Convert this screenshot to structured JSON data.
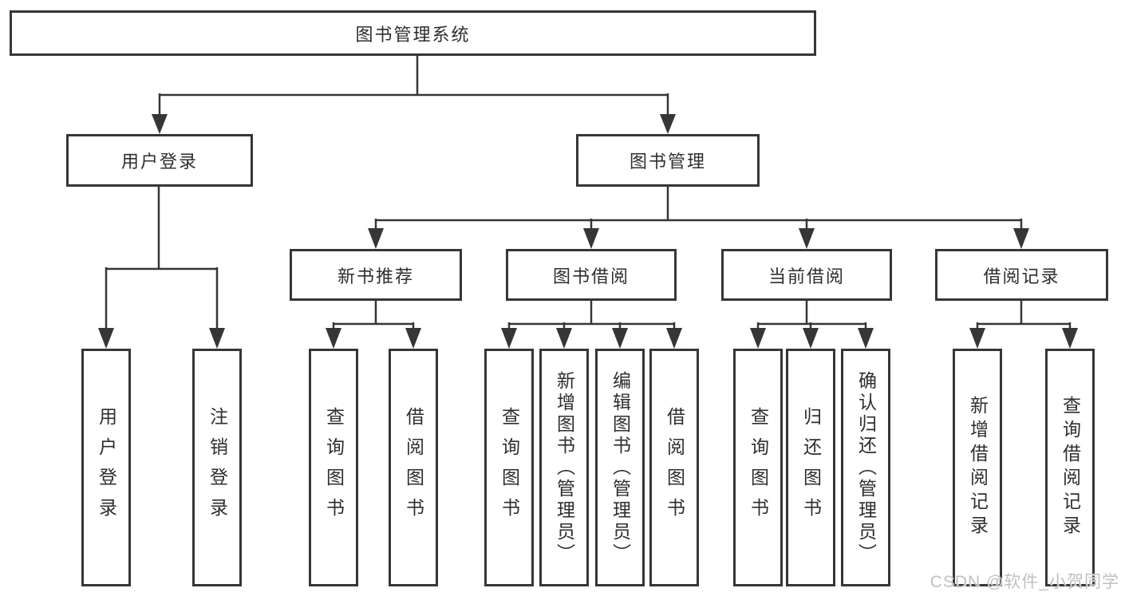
{
  "tree": {
    "root": {
      "label": "图书管理系统"
    },
    "level2": [
      {
        "label": "用户登录"
      },
      {
        "label": "图书管理"
      }
    ],
    "level3": [
      {
        "label": "新书推荐",
        "parent": "图书管理"
      },
      {
        "label": "图书借阅",
        "parent": "图书管理"
      },
      {
        "label": "当前借阅",
        "parent": "图书管理"
      },
      {
        "label": "借阅记录",
        "parent": "图书管理"
      }
    ],
    "leaves": [
      {
        "label": "用户登录",
        "parent": "用户登录"
      },
      {
        "label": "注销登录",
        "parent": "用户登录"
      },
      {
        "label": "查询图书",
        "parent": "新书推荐"
      },
      {
        "label": "借阅图书",
        "parent": "新书推荐"
      },
      {
        "label": "查询图书",
        "parent": "图书借阅"
      },
      {
        "label": "新增图书（管理员）",
        "parent": "图书借阅"
      },
      {
        "label": "编辑图书（管理员）",
        "parent": "图书借阅"
      },
      {
        "label": "借阅图书",
        "parent": "图书借阅"
      },
      {
        "label": "查询图书",
        "parent": "当前借阅"
      },
      {
        "label": "归还图书",
        "parent": "当前借阅"
      },
      {
        "label": "确认归还（管理员）",
        "parent": "当前借阅"
      },
      {
        "label": "新增借阅记录",
        "parent": "借阅记录"
      },
      {
        "label": "查询借阅记录",
        "parent": "借阅记录"
      }
    ]
  },
  "watermark": {
    "text": "CSDN @软件_小贺同学"
  },
  "colors": {
    "line": "#363636",
    "text": "#2e2e2e",
    "background": "#ffffff",
    "watermark": "#bdbdbd"
  }
}
